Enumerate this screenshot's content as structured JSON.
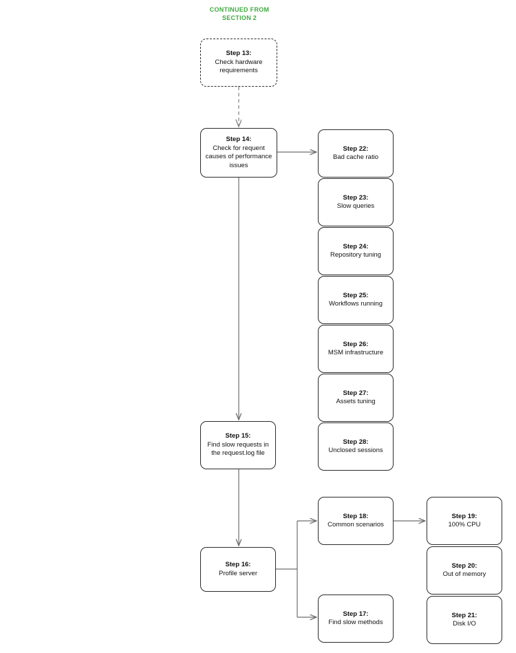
{
  "diagram": {
    "type": "flowchart",
    "title_note": "CONTINUED FROM SECTION 2",
    "colors": {
      "continued_text": "#3faa3f",
      "node_border": "#2b2b2b",
      "node_fill": "#ffffff",
      "edge": "#6e6e6e",
      "text": "#111111"
    },
    "continued_from": {
      "line1": "CONTINUED FROM",
      "line2": "SECTION 2"
    },
    "nodes": [
      {
        "id": "step13",
        "title": "Step 13:",
        "sub": "Check hardware requirements",
        "style": "dashed"
      },
      {
        "id": "step14",
        "title": "Step 14:",
        "sub": "Check for requent causes of performance issues",
        "style": "solid"
      },
      {
        "id": "step15",
        "title": "Step 15:",
        "sub": "Find slow requests in the request.log file",
        "style": "solid"
      },
      {
        "id": "step16",
        "title": "Step 16:",
        "sub": "Profile server",
        "style": "solid"
      },
      {
        "id": "step17",
        "title": "Step 17:",
        "sub": "Find slow methods",
        "style": "solid"
      },
      {
        "id": "step18",
        "title": "Step 18:",
        "sub": "Common scenarios",
        "style": "solid"
      },
      {
        "id": "step19",
        "title": "Step 19:",
        "sub": "100% CPU",
        "style": "solid"
      },
      {
        "id": "step20",
        "title": "Step 20:",
        "sub": "Out of memory",
        "style": "solid"
      },
      {
        "id": "step21",
        "title": "Step 21:",
        "sub": "Disk I/O",
        "style": "solid"
      },
      {
        "id": "step22",
        "title": "Step 22:",
        "sub": "Bad cache ratio",
        "style": "solid"
      },
      {
        "id": "step23",
        "title": "Step 23:",
        "sub": "Slow queries",
        "style": "solid"
      },
      {
        "id": "step24",
        "title": "Step 24:",
        "sub": "Repository tuning",
        "style": "solid"
      },
      {
        "id": "step25",
        "title": "Step 25:",
        "sub": "Workflows running",
        "style": "solid"
      },
      {
        "id": "step26",
        "title": "Step 26:",
        "sub": "MSM infrastructure",
        "style": "solid"
      },
      {
        "id": "step27",
        "title": "Step 27:",
        "sub": "Assets tuning",
        "style": "solid"
      },
      {
        "id": "step28",
        "title": "Step 28:",
        "sub": "Unclosed sessions",
        "style": "solid"
      }
    ],
    "edges": [
      {
        "from": "step13",
        "to": "step14",
        "style": "dashed",
        "arrow": true
      },
      {
        "from": "step14",
        "to": "step22",
        "style": "solid",
        "arrow": true
      },
      {
        "from": "step14",
        "to": "step15",
        "style": "solid",
        "arrow": true
      },
      {
        "from": "step15",
        "to": "step16",
        "style": "solid",
        "arrow": true
      },
      {
        "from": "step16",
        "to": "step18",
        "style": "solid",
        "arrow": true
      },
      {
        "from": "step16",
        "to": "step17",
        "style": "solid",
        "arrow": true
      },
      {
        "from": "step18",
        "to": "step19",
        "style": "solid",
        "arrow": true
      }
    ]
  }
}
